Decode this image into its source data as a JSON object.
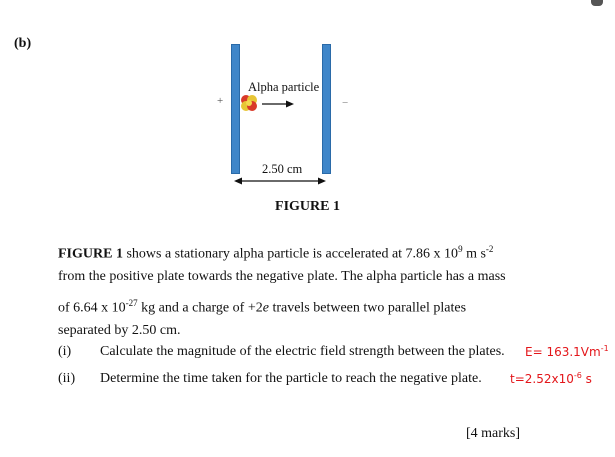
{
  "part_label": "(b)",
  "figure": {
    "plus_sign": "+",
    "minus_sign": "−",
    "particle_label": "Alpha particle",
    "distance_label": "2.50 cm",
    "title": "FIGURE 1"
  },
  "paragraph": {
    "line1": {
      "pre": "FIGURE 1",
      "text": " shows a stationary alpha particle is accelerated at 7.86 x 10",
      "sup1": "9",
      "mid": " m s",
      "sup2": "-2"
    },
    "line2": "from the positive plate towards the negative plate. The alpha particle has a mass",
    "line3": {
      "text": "of 6.64 x 10",
      "sup": "-27",
      "post": " kg and a charge of +2",
      "italic": "e",
      "end": " travels between two parallel plates"
    },
    "line4": "separated by 2.50 cm."
  },
  "questions": [
    {
      "num": "(i)",
      "text": "Calculate the magnitude of the electric field strength between the plates.",
      "answer": "E= 163.1Vm",
      "answer_sup": "-1"
    },
    {
      "num": "(ii)",
      "text": "Determine the time taken for the particle to reach the negative plate.",
      "answer": "t=2.52x10",
      "answer_sup": "-6",
      "answer_unit": " s"
    }
  ],
  "marks": "[4 marks]",
  "colors": {
    "plate": "#3f86c9",
    "handwriting": "#e3161a"
  }
}
